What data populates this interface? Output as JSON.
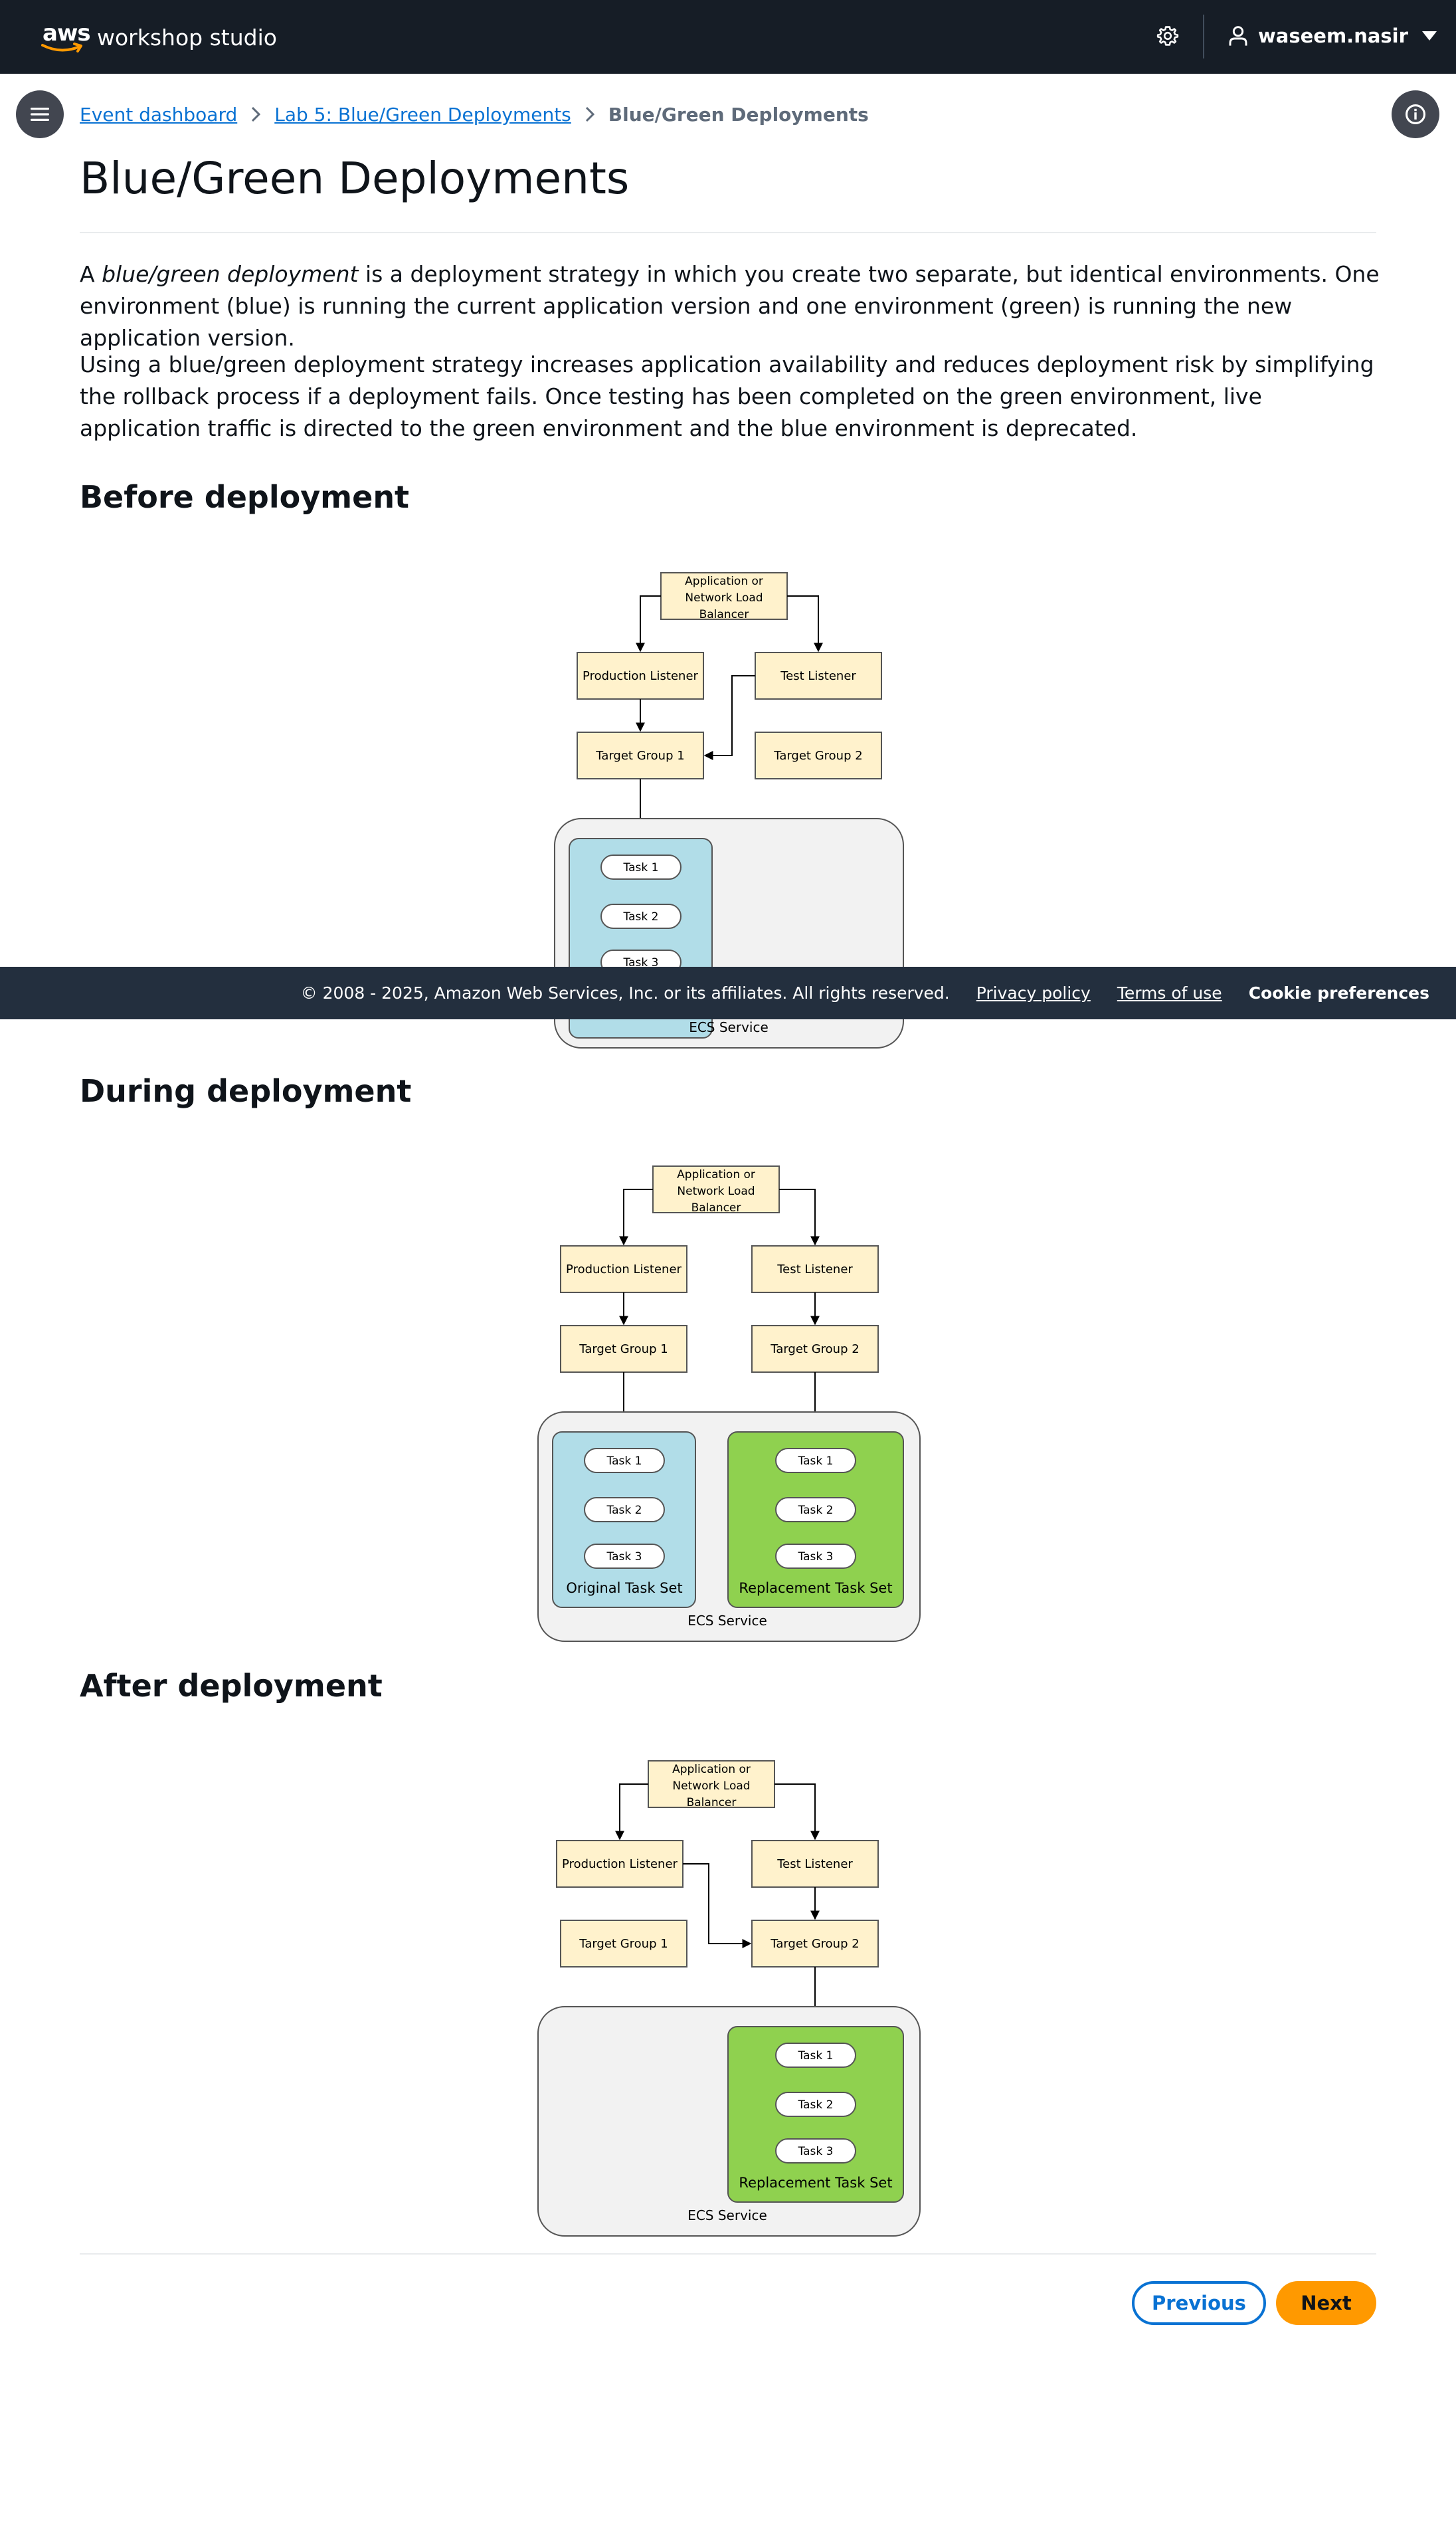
{
  "topnav": {
    "logo_text": "aws",
    "app_name": "workshop studio",
    "user_name": "waseem.nasir"
  },
  "breadcrumb": {
    "items": [
      "Event dashboard",
      "Lab 5: Blue/Green Deployments"
    ],
    "current": "Blue/Green Deployments"
  },
  "page": {
    "title": "Blue/Green Deployments",
    "para1": {
      "prefix": "A ",
      "emphasis": "blue/green deployment",
      "suffix": " is a deployment strategy in which you create two separate, but identical environments. One environment (blue) is running the current application version and one environment (green) is running the new application version."
    },
    "para2": "Using a blue/green deployment strategy increases application availability and reduces deployment risk by simplifying the rollback process if a deployment fails. Once testing has been completed on the green environment, live application traffic is directed to the green environment and the blue environment is deprecated.",
    "sections": [
      "Before deployment",
      "During deployment",
      "After deployment"
    ]
  },
  "diagram": {
    "lb_lines": [
      "Application or",
      "Network Load",
      "Balancer"
    ],
    "prod_listener": "Production Listener",
    "test_listener": "Test Listener",
    "tg1": "Target Group 1",
    "tg2": "Target Group 2",
    "tasks": [
      "Task 1",
      "Task 2",
      "Task 3"
    ],
    "original_set": "Original Task Set",
    "replacement_set": "Replacement Task Set",
    "ecs_service": "ECS Service"
  },
  "nav": {
    "previous": "Previous",
    "next": "Next"
  },
  "footer": {
    "copyright": "© 2008 - 2025, Amazon Web Services, Inc. or its affiliates. All rights reserved.",
    "privacy": "Privacy policy",
    "terms": "Terms of use",
    "cookies": "Cookie preferences"
  },
  "colors": {
    "nav_bg": "#161d26",
    "footer_bg": "#232f3e",
    "link": "#0972d3",
    "next_button": "#ff9900",
    "box_fill": "#fff2cc",
    "blue_set": "#b1dde8",
    "green_set": "#8fd14f",
    "ecs_fill": "#f2f2f2"
  }
}
